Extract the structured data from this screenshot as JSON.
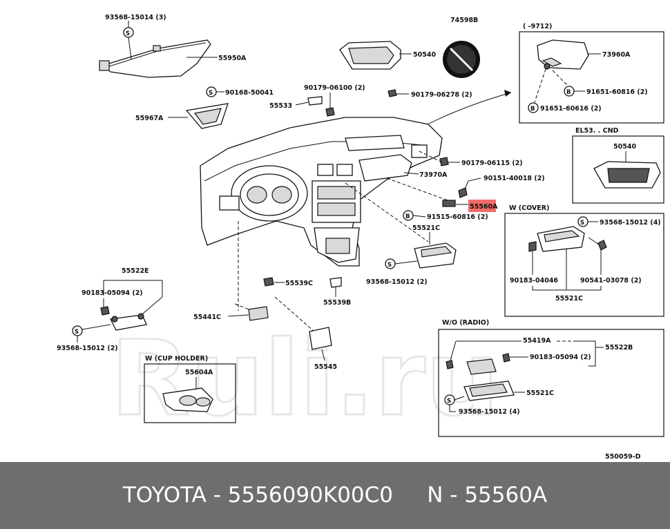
{
  "labels": {
    "p1": "93568-15014 (3)",
    "p2": "55950A",
    "p3": "90168-50041",
    "p4": "55967A",
    "p5": "90179-06100 (2)",
    "p6": "55533",
    "p7": "74598B",
    "p8": "50540",
    "p9": "90179-06278 (2)",
    "p10": "90179-06115 (2)",
    "p11": "73970A",
    "p12": "90151-40018 (2)",
    "p13": "55560A",
    "p14": "91515-60816 (2)",
    "p15": "55521C",
    "p16": "93568-15012 (2)",
    "p17": "55539C",
    "p18": "55539B",
    "p19": "55522E",
    "p20": "90183-05094 (2)",
    "p21": "93568-15012 (2)",
    "p22": "55441C",
    "p23": "55545",
    "p24": "550059-D"
  },
  "symbols": {
    "s": "S",
    "b": "B"
  },
  "box_top_right": {
    "header": "(     -9712)",
    "part_a": "73960A",
    "part_b": "91651-60816 (2)",
    "part_c": "91651-60616 (2)"
  },
  "box_el53": {
    "header": "EL53. . CND",
    "part": "50540"
  },
  "box_cover": {
    "header": "W (COVER)",
    "part_a": "93568-15012 (4)",
    "part_b": "90183-04046",
    "part_c": "90541-03078 (2)",
    "part_d": "55521C"
  },
  "box_radio": {
    "header": "W/O (RADIO)",
    "part_a": "55419A",
    "part_b": "55522B",
    "part_c": "90183-05094 (2)",
    "part_d": "55521C",
    "part_e": "93568-15012 (4)"
  },
  "box_cup": {
    "header": "W (CUP HOLDER)",
    "part": "55604A"
  },
  "highlight_color": "#f26b6b",
  "watermark": "Ruli.ru",
  "footer": "TOYOTA - 5556090K00C0     N - 55560A"
}
